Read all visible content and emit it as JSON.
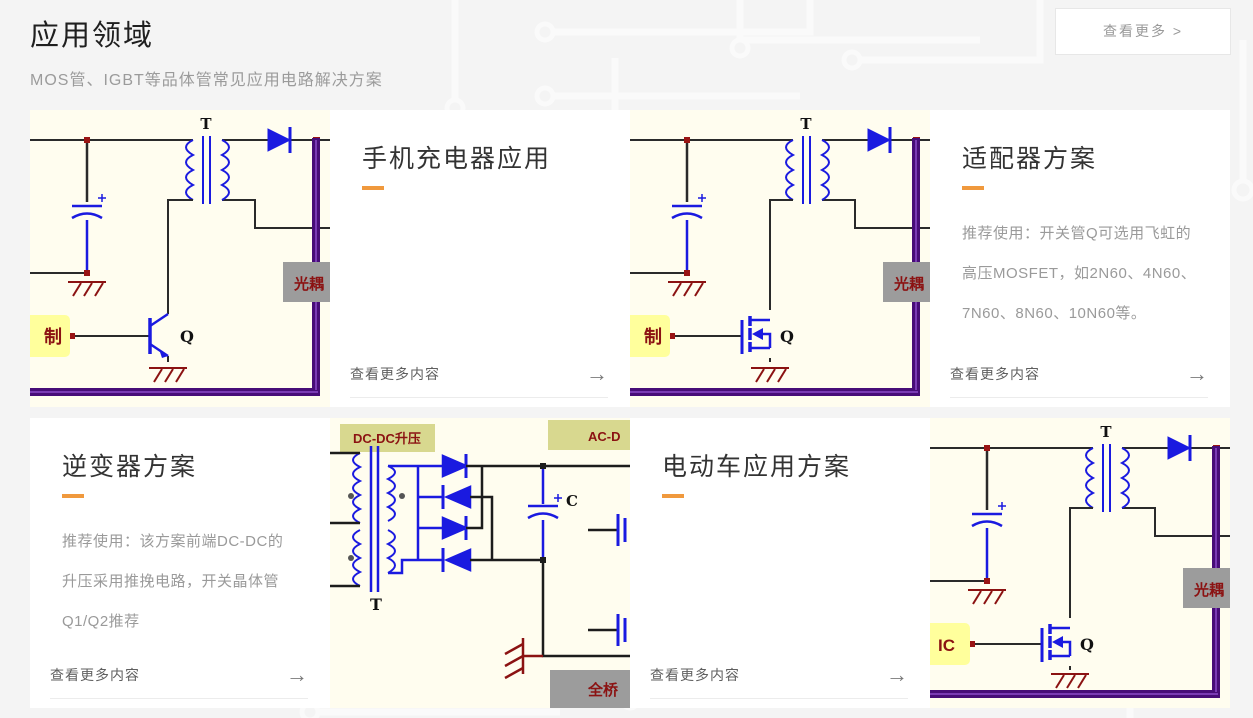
{
  "header": {
    "title": "应用领域",
    "subtitle": "MOS管、IGBT等品体管常见应用电路解决方案",
    "view_more": "查看更多 >"
  },
  "cards": {
    "read_more_label": "查看更多内容",
    "items": [
      {
        "kind": "circuit",
        "name": "flyback-bjt-circuit"
      },
      {
        "kind": "text",
        "title": "手机充电器应用",
        "description": ""
      },
      {
        "kind": "circuit",
        "name": "flyback-mosfet-circuit"
      },
      {
        "kind": "text",
        "title": "适配器方案",
        "description": "推荐使用：开关管Q可选用飞虹的高压MOSFET，如2N60、4N60、7N60、8N60、10N60等。"
      },
      {
        "kind": "text",
        "title": "逆变器方案",
        "description": "推荐使用：该方案前端DC-DC的升压采用推挽电路，开关晶体管Q1/Q2推荐"
      },
      {
        "kind": "circuit",
        "name": "dcdc-boost-circuit"
      },
      {
        "kind": "text",
        "title": "电动车应用方案",
        "description": ""
      },
      {
        "kind": "circuit",
        "name": "flyback-mosfet-ic-circuit"
      }
    ]
  },
  "icons": {
    "arrow_right": "→"
  },
  "circuit_labels": {
    "transformer": "T",
    "switch": "Q",
    "capacitor": "C",
    "cap_plus": "+",
    "optocoupler": "光耦",
    "control": "制",
    "ic": "IC",
    "dcdc": "DC-DC升压",
    "acdc": "AC-D",
    "bridge": "全桥"
  },
  "colors": {
    "accent": "#f0993d",
    "circuit_blue": "#1a1ae0",
    "circuit_dark_red": "#8b1212",
    "circuit_purple": "#470d78",
    "circuit_cream": "#fffdef"
  }
}
